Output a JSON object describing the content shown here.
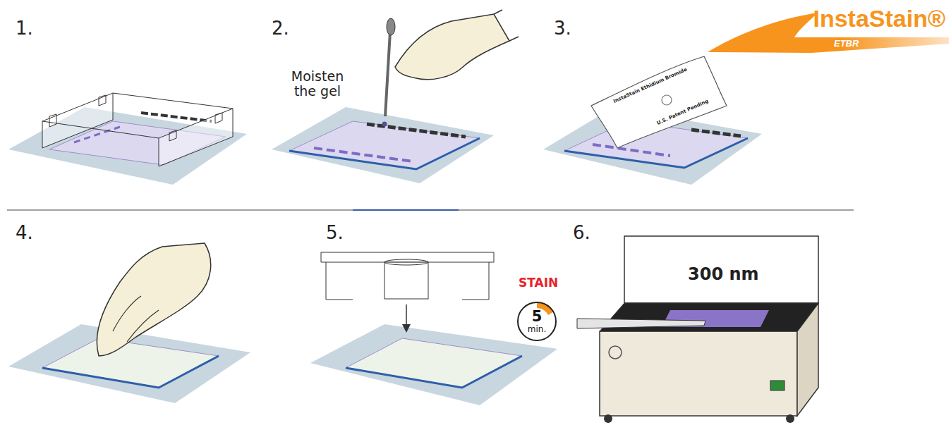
{
  "diagram": {
    "nodes": [
      {
        "text": [
          "5",
          "min."
        ]
      }
    ],
    "labels": [
      "InstaStain®",
      "ETBR",
      "1.",
      "2.",
      "Moisten the gel",
      "3.",
      "InstaStain Ethidium Bromide",
      "U.S. Patent Pending",
      "4.",
      "5.",
      "STAIN",
      "6.",
      "300 nm"
    ]
  }
}
